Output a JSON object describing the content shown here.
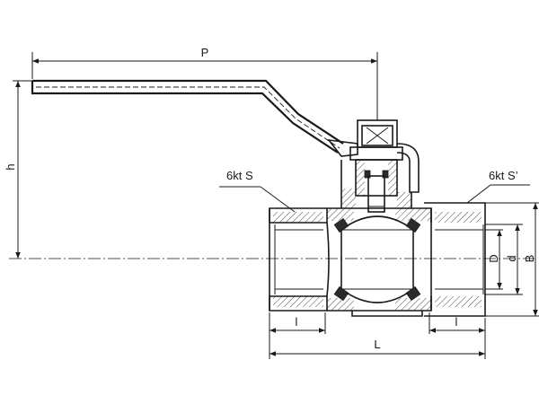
{
  "labels": {
    "P": "P",
    "h": "h",
    "hex_s": "6kt S",
    "hex_s_prime": "6kt S’",
    "D": "D",
    "d": "d",
    "B": "B",
    "l_left": "l",
    "l_right": "l",
    "L": "L"
  }
}
